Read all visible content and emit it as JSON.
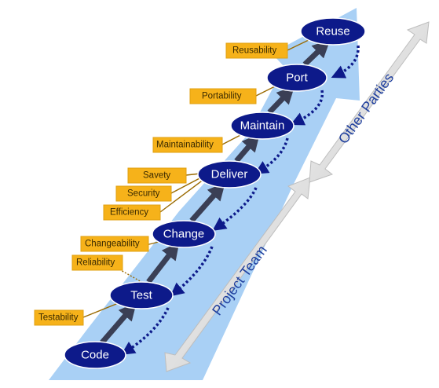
{
  "stages": [
    {
      "label": "Code"
    },
    {
      "label": "Test"
    },
    {
      "label": "Change"
    },
    {
      "label": "Deliver"
    },
    {
      "label": "Maintain"
    },
    {
      "label": "Port"
    },
    {
      "label": "Reuse"
    }
  ],
  "qualities": [
    {
      "label": "Testability"
    },
    {
      "label": "Reliability"
    },
    {
      "label": "Changeability"
    },
    {
      "label": "Efficiency"
    },
    {
      "label": "Security"
    },
    {
      "label": "Savety"
    },
    {
      "label": "Maintainability"
    },
    {
      "label": "Portability"
    },
    {
      "label": "Reusability"
    }
  ],
  "teams": {
    "project": "Project Team",
    "other": "Other Parties"
  },
  "colors": {
    "background_arrow": "#a9d0f5",
    "stage_fill": "#0d1a8a",
    "stage_text": "#ffffff",
    "quality_fill": "#f6b21a",
    "quality_stroke": "#e0a010",
    "connector": "#9a6a00",
    "step_arrow": "#3a3f55",
    "feedback_arrow": "#0d1a8a",
    "team_arrow": "#e6e6e6",
    "team_text": "#1f3f9e"
  }
}
